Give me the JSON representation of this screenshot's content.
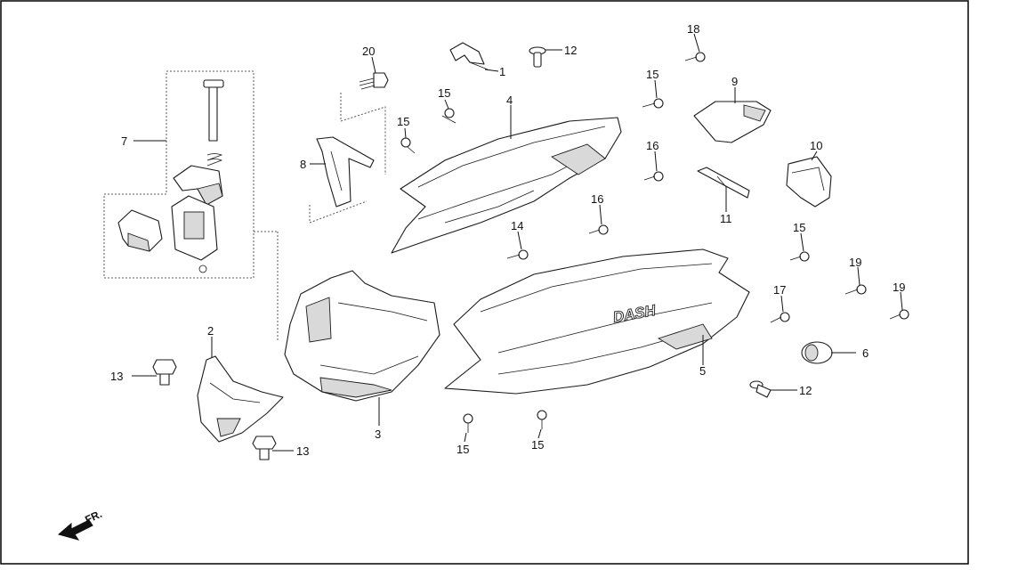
{
  "callouts": {
    "c1": "1",
    "c2": "2",
    "c3": "3",
    "c4": "4",
    "c5": "5",
    "c6": "6",
    "c7": "7",
    "c8": "8",
    "c9": "9",
    "c10": "10",
    "c11": "11",
    "c12": "12",
    "c13": "13",
    "c14": "14",
    "c15": "15",
    "c16": "16",
    "c17": "17",
    "c18": "18",
    "c19": "19",
    "c20": "20"
  },
  "direction_label": "FR.",
  "decal_text": "DASH",
  "colors": {
    "line": "#1a1a1a",
    "background": "#ffffff",
    "frame": "#000000"
  }
}
